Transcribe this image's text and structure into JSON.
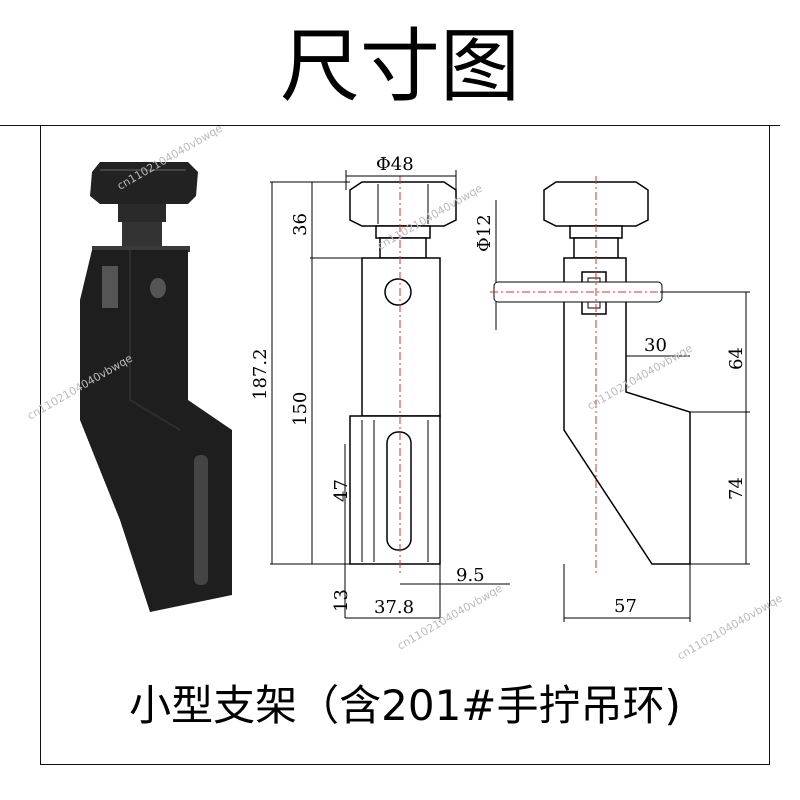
{
  "title": "尺寸图",
  "caption": "小型支架（含201#手拧吊环)",
  "watermark": "cn1102104040vbwqe",
  "dimensions": {
    "phi48": "Φ48",
    "phi12": "Φ12",
    "d36": "36",
    "d187": "187.2",
    "d150": "150",
    "d47": "47",
    "d13": "13",
    "d37_8": "37.8",
    "d9_5": "9.5",
    "d30": "30",
    "d64": "64",
    "d74": "74",
    "d57": "57"
  },
  "colors": {
    "part": "#1e1e1e",
    "line": "#000000",
    "accent_red": "#e03030"
  }
}
